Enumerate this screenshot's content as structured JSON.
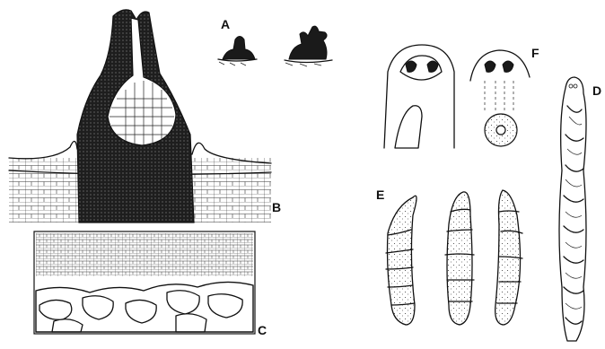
{
  "figure": {
    "panels": [
      {
        "key": "A",
        "label": "A"
      },
      {
        "key": "B",
        "label": "B"
      },
      {
        "key": "C",
        "label": "C"
      },
      {
        "key": "D",
        "label": "D"
      },
      {
        "key": "E",
        "label": "E"
      },
      {
        "key": "F",
        "label": "F"
      }
    ]
  }
}
